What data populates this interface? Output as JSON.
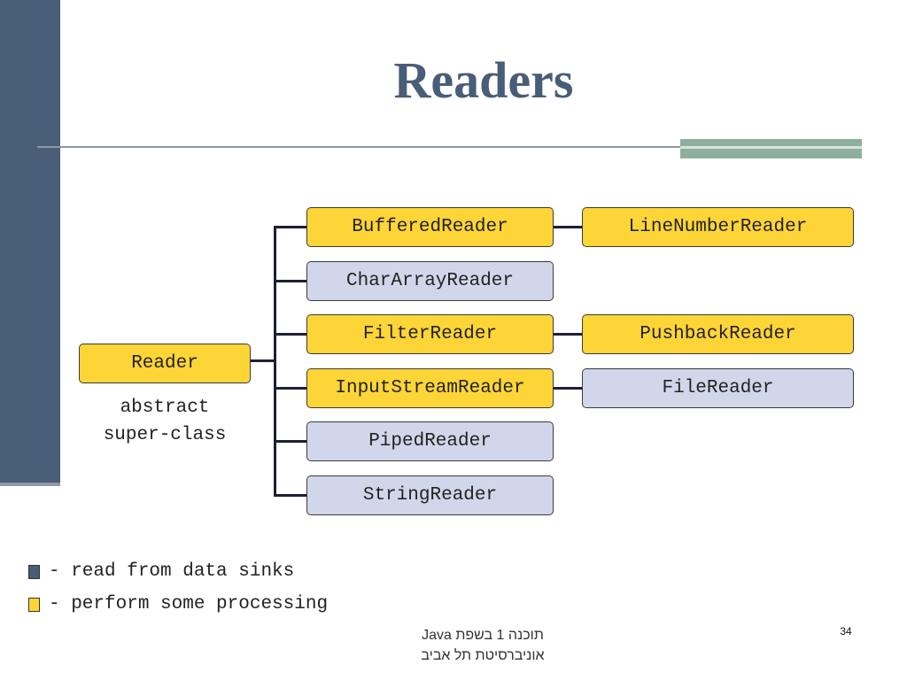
{
  "slide": {
    "title": "Readers",
    "page_number": "34"
  },
  "diagram": {
    "root": {
      "label": "Reader",
      "category": "processing"
    },
    "root_note": [
      "abstract",
      "super-class"
    ],
    "children": [
      {
        "label": "BufferedReader",
        "category": "processing"
      },
      {
        "label": "CharArrayReader",
        "category": "sink"
      },
      {
        "label": "FilterReader",
        "category": "processing"
      },
      {
        "label": "InputStreamReader",
        "category": "processing"
      },
      {
        "label": "PipedReader",
        "category": "sink"
      },
      {
        "label": "StringReader",
        "category": "sink"
      }
    ],
    "grandchildren": [
      {
        "label": "LineNumberReader",
        "parent": "BufferedReader",
        "category": "processing"
      },
      {
        "label": "PushbackReader",
        "parent": "FilterReader",
        "category": "processing"
      },
      {
        "label": "FileReader",
        "parent": "InputStreamReader",
        "category": "sink"
      }
    ]
  },
  "legend": [
    {
      "text": "- read from data sinks",
      "color": "#485d77"
    },
    {
      "text": "- perform some processing",
      "color": "#fed537"
    }
  ],
  "footer": {
    "line1": "תוכנה 1 בשפת  Java",
    "line2": "אוניברסיטת תל אביב"
  },
  "colors": {
    "processing": "#fed537",
    "sink": "#d2d6ea",
    "title": "#485d77",
    "connector": "#1e1e36"
  }
}
